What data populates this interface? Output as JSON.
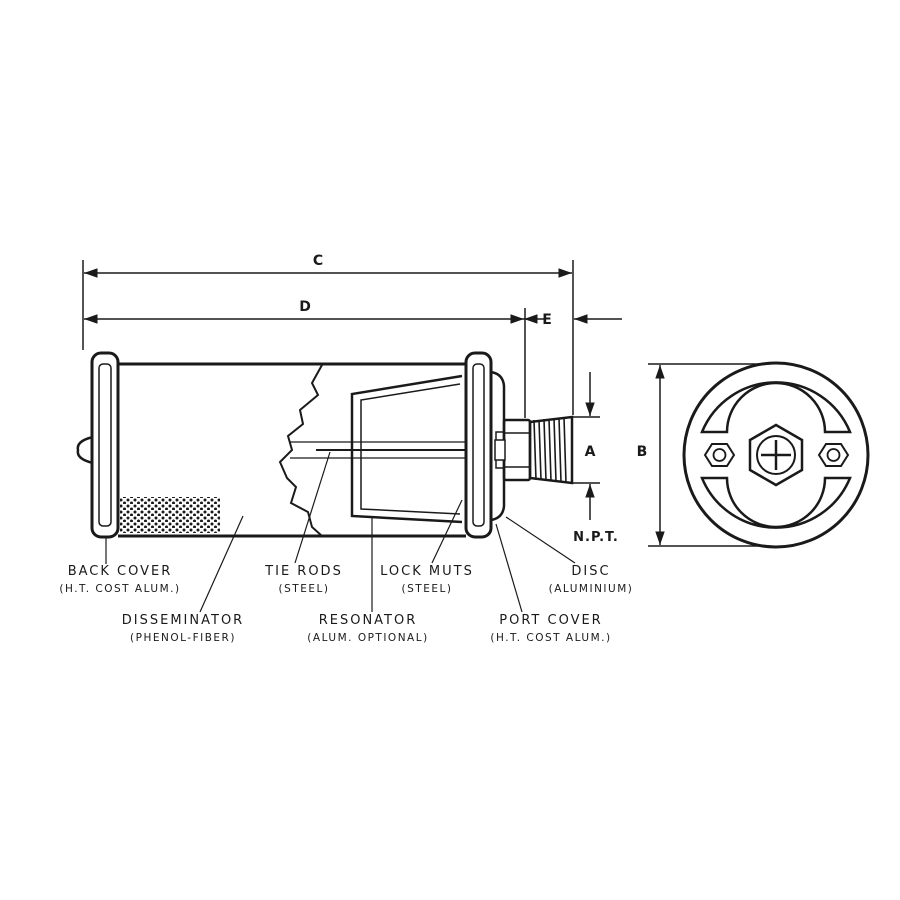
{
  "dimensions": {
    "c": "C",
    "d": "D",
    "e": "E",
    "a": "A",
    "b": "B",
    "npt": "N.P.T."
  },
  "labels": {
    "back_cover": {
      "name": "BACK COVER",
      "material": "(H.T. COST ALUM.)"
    },
    "disseminator": {
      "name": "DISSEMINATOR",
      "material": "(PHENOL-FIBER)"
    },
    "tie_rods": {
      "name": "TIE RODS",
      "material": "(STEEL)"
    },
    "resonator": {
      "name": "RESONATOR",
      "material": "(ALUM. OPTIONAL)"
    },
    "lock_nuts": {
      "name": "LOCK MUTS",
      "material": "(STEEL)"
    },
    "disc": {
      "name": "DISC",
      "material": "(ALUMINIUM)"
    },
    "port_cover": {
      "name": "PORT COVER",
      "material": "(H.T. COST ALUM.)"
    }
  },
  "colors": {
    "line": "#1a1a1a",
    "background": "#ffffff"
  }
}
